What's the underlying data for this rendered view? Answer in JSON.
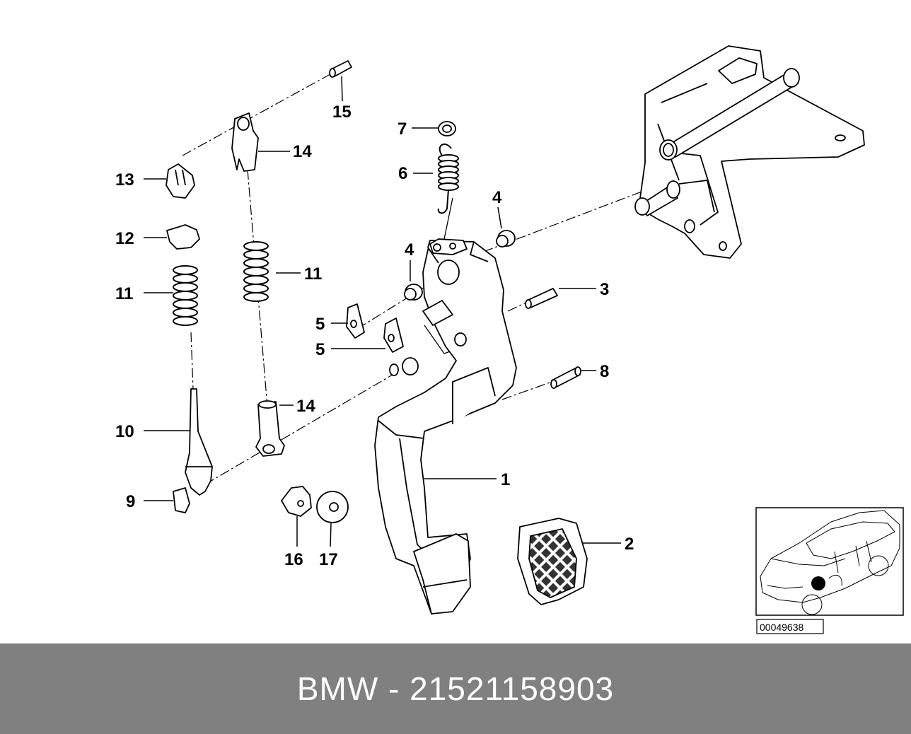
{
  "diagram": {
    "callouts": [
      "1",
      "2",
      "3",
      "4",
      "4",
      "5",
      "5",
      "6",
      "7",
      "8",
      "9",
      "10",
      "11",
      "11",
      "12",
      "13",
      "14",
      "14",
      "15",
      "16",
      "17"
    ],
    "reference_number": "00049638"
  },
  "footer": {
    "text": "BMW - 21521158903",
    "background": "#808080",
    "text_color": "#ffffff"
  }
}
